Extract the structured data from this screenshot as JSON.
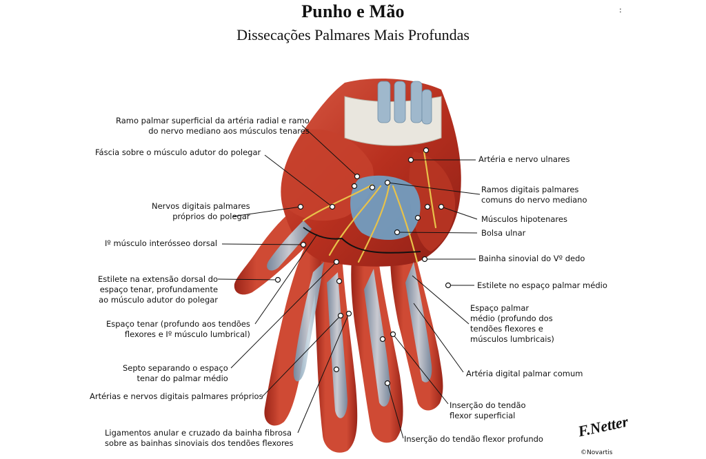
{
  "title": "Punho e Mão",
  "subtitle": "Dissecações Palmares Mais Profundas",
  "edge_mark": ":",
  "signature": "F.Netter",
  "brand": "©Novartis",
  "labels_left": [
    {
      "lines": [
        "Ramo palmar superficial da artéria radial e ramo",
        "do nervo mediano aos músculos tenares"
      ]
    },
    {
      "lines": [
        "Fáscia sobre o músculo adutor do polegar"
      ]
    },
    {
      "lines": [
        "Nervos digitais palmares",
        "próprios do polegar"
      ]
    },
    {
      "lines": [
        "Iº músculo interósseo dorsal"
      ]
    },
    {
      "lines": [
        "Estilete na extensão dorsal do",
        "espaço tenar, profundamente",
        "ao músculo adutor do polegar"
      ]
    },
    {
      "lines": [
        "Espaço tenar (profundo aos tendões",
        "flexores e Iº músculo lumbrical)"
      ]
    },
    {
      "lines": [
        "Septo separando o espaço",
        "tenar do palmar médio"
      ]
    },
    {
      "lines": [
        "Artérias e nervos digitais palmares próprios"
      ]
    },
    {
      "lines": [
        "Ligamentos anular e cruzado da bainha fibrosa",
        "sobre as bainhas sinoviais dos tendões flexores"
      ]
    }
  ],
  "labels_right": [
    {
      "lines": [
        "Artéria e nervo ulnares"
      ]
    },
    {
      "lines": [
        "Ramos digitais palmares",
        "comuns do nervo mediano"
      ]
    },
    {
      "lines": [
        "Músculos hipotenares"
      ]
    },
    {
      "lines": [
        "Bolsa ulnar"
      ]
    },
    {
      "lines": [
        "Bainha sinovial do Vº dedo"
      ]
    },
    {
      "lines": [
        "Estilete no espaço palmar médio"
      ]
    },
    {
      "lines": [
        "Espaço palmar",
        "médio (profundo dos",
        "tendões flexores e",
        "músculos lumbricais)"
      ]
    },
    {
      "lines": [
        "Artéria digital palmar comum"
      ]
    },
    {
      "lines": [
        "Inserção do tendão",
        "flexor superficial"
      ]
    },
    {
      "lines": [
        "Inserção do tendão flexor profundo"
      ]
    }
  ],
  "colors": {
    "muscle": "#c23a2a",
    "muscle_dark": "#8e1f16",
    "muscle_light": "#e0705a",
    "fat": "#e8b03a",
    "sheath": "#8fb0c8",
    "bursa": "#6fa3c9",
    "tendon": "#e9e6de",
    "nerve": "#e8c24a",
    "leader": "#111111"
  }
}
